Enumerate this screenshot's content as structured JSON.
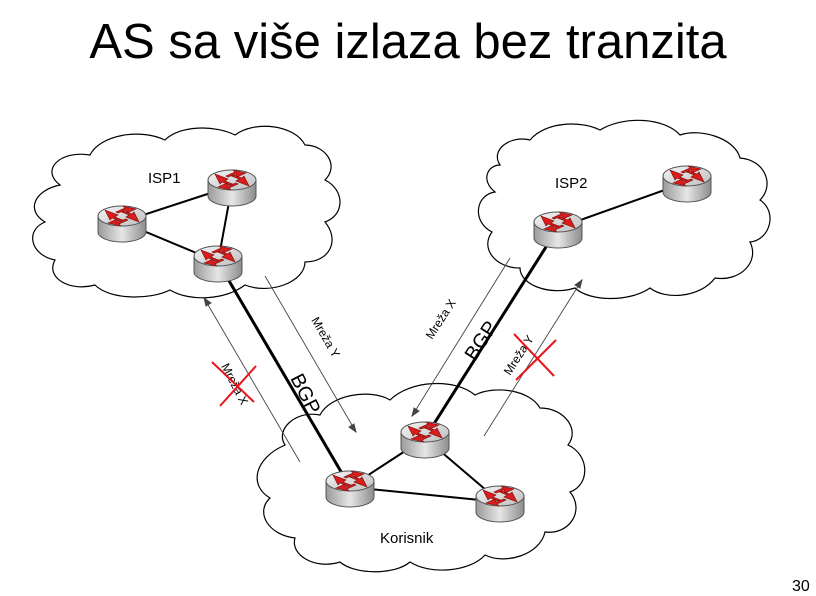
{
  "title": "AS sa više izlaza bez tranzita",
  "page_number": "30",
  "clouds": {
    "isp1": "ISP1",
    "isp2": "ISP2",
    "korisnik": "Korisnik"
  },
  "links": {
    "bgp_left": "BGP",
    "bgp_right": "BGP"
  },
  "announcements": {
    "left_up": "Mreža X",
    "left_down": "Mreža Y",
    "right_down": "Mreža X",
    "right_up": "Mreža Y"
  },
  "colors": {
    "router_arrow": "#d91c1c",
    "cross": "#e8151b",
    "router_body": "#c9c9c9",
    "line": "#000000"
  },
  "icons": [
    "router-icon",
    "cloud-icon"
  ]
}
